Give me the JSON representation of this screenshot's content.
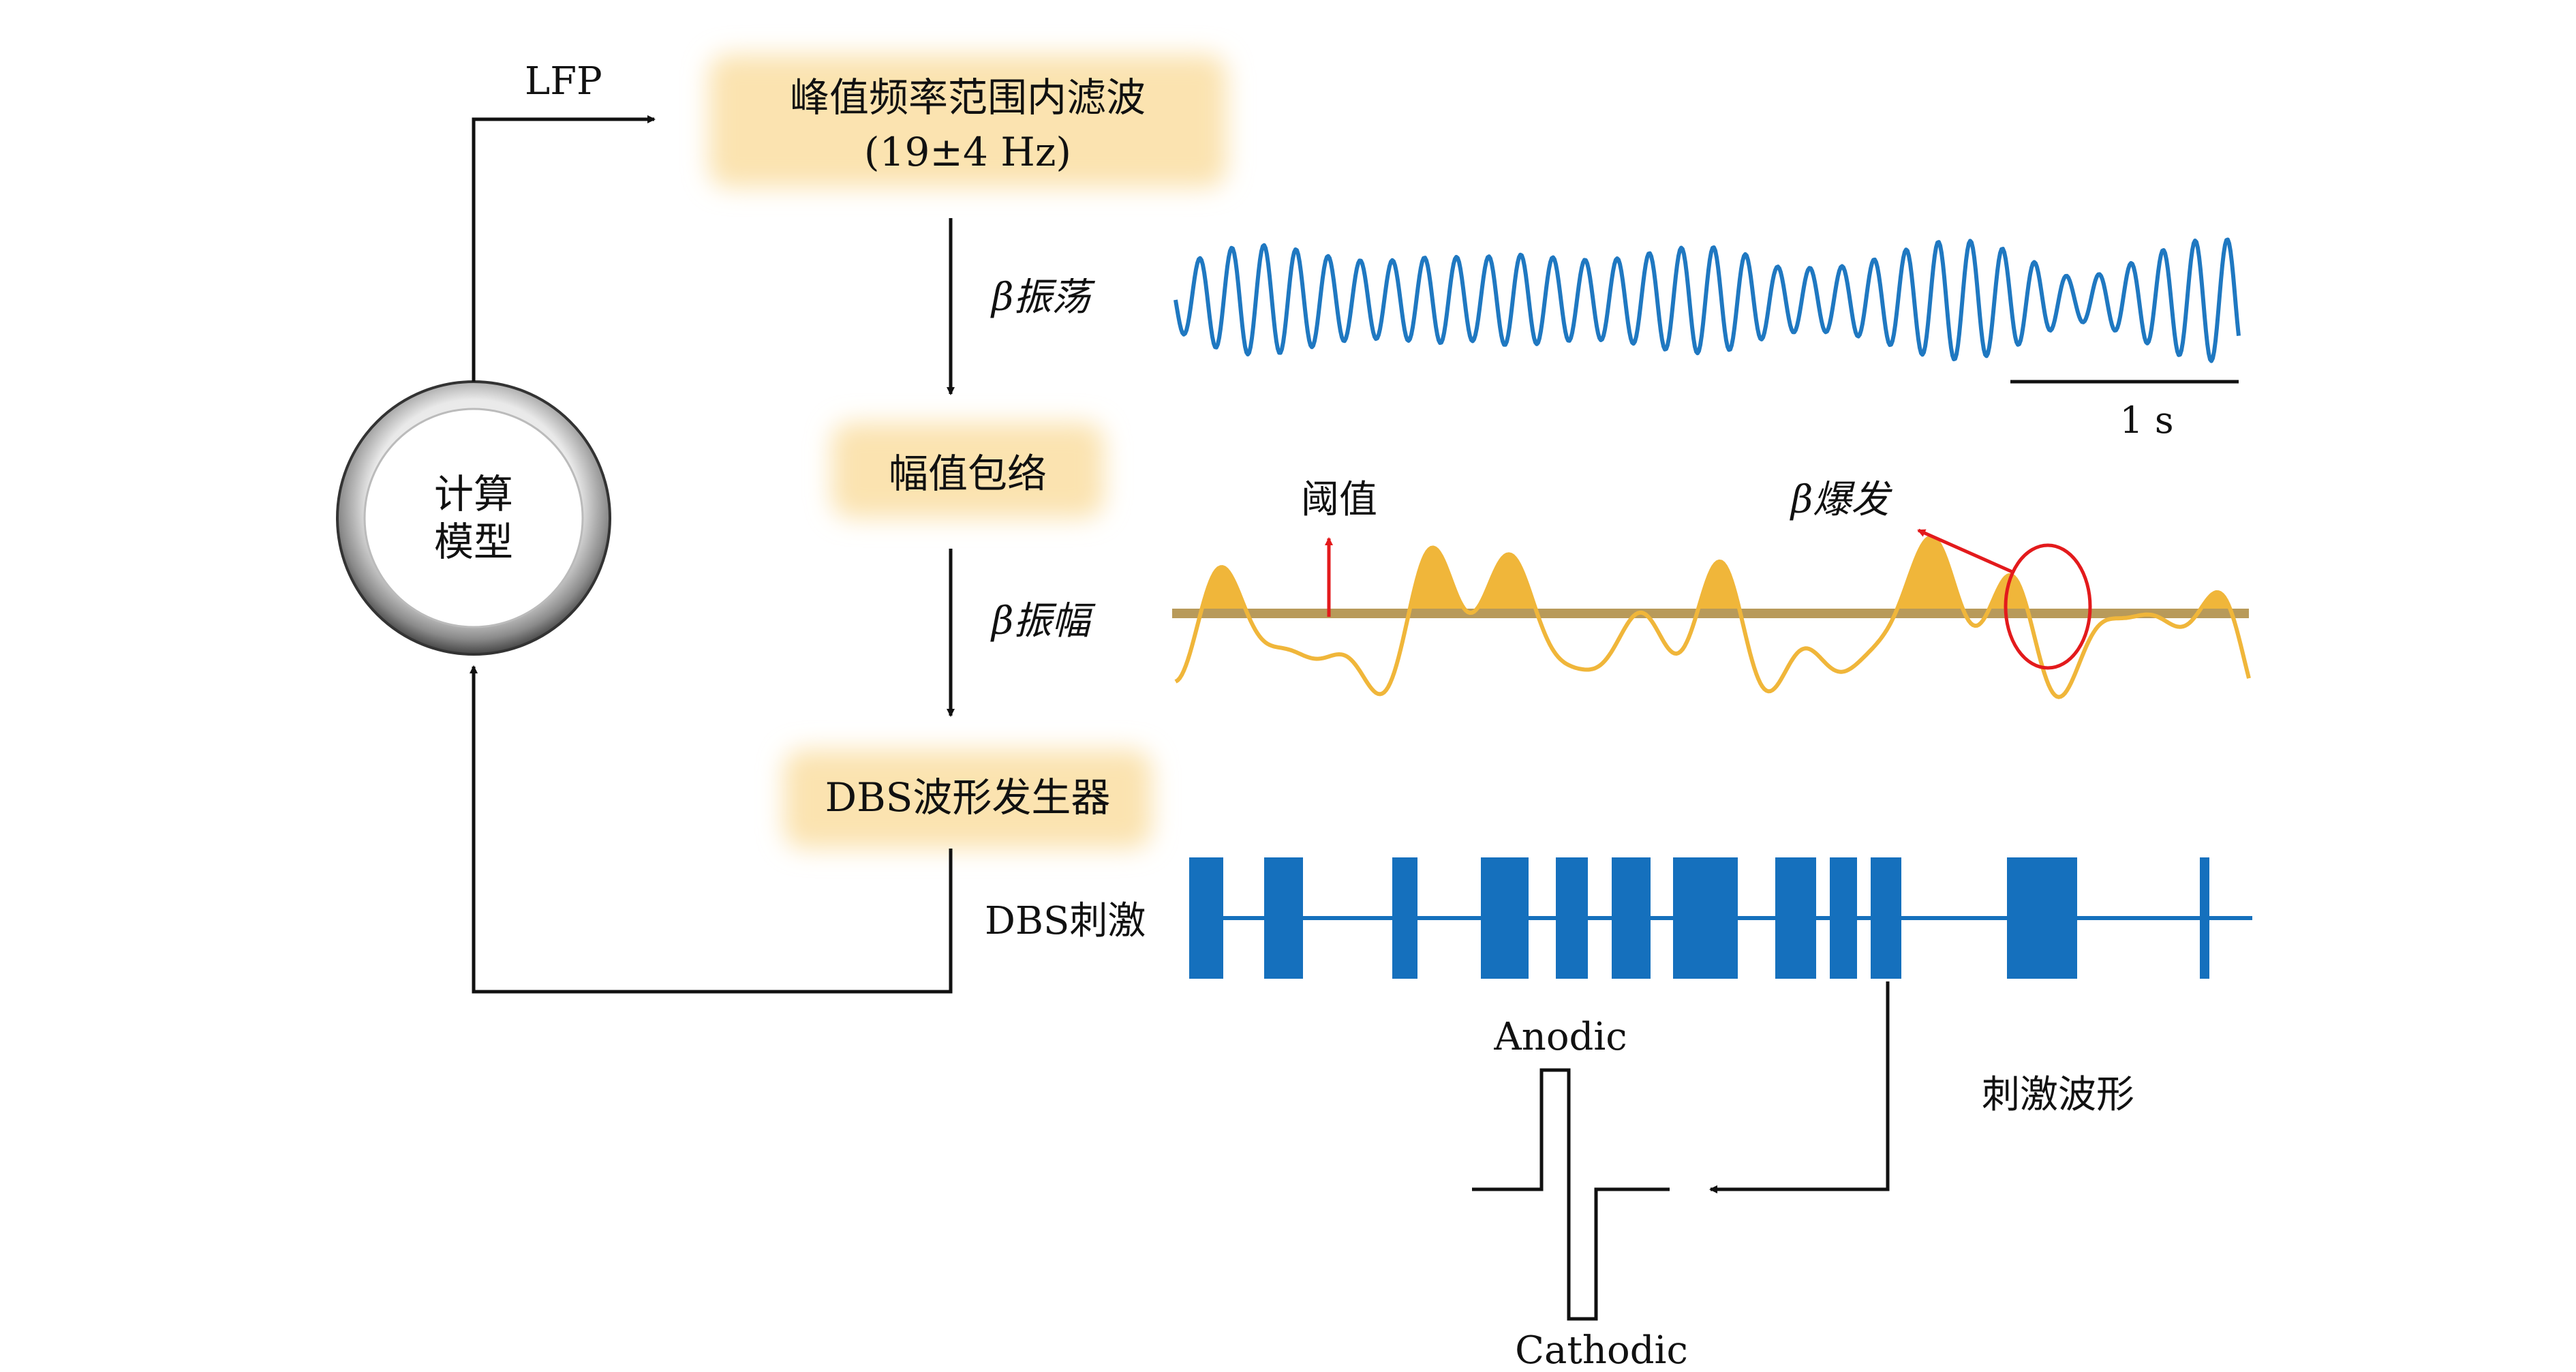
{
  "model": {
    "line1": "计算",
    "line2": "模型"
  },
  "lfp_label": "LFP",
  "filter": {
    "line1": "峰值频率范围内滤波",
    "line2": "(19±4 Hz)"
  },
  "beta_oscillation_label": "β振荡",
  "envelope_label": "幅值包络",
  "beta_amplitude_label": "β振幅",
  "dbs_generator_label": "DBS波形发生器",
  "dbs_stim_label": "DBS刺激",
  "scale_bar_label": "1 s",
  "threshold_label": "阈值",
  "beta_burst_label": "β爆发",
  "stim_waveform_label": "刺激波形",
  "anodic_label": "Anodic",
  "cathodic_label": "Cathodic",
  "colors": {
    "oscillation": "#1f78c1",
    "envelope": "#f0b63a",
    "threshold": "#b89a5a",
    "pulses": "#1570bd",
    "highlight": "#e31a1c",
    "box_glow": "#fbe7b8"
  }
}
